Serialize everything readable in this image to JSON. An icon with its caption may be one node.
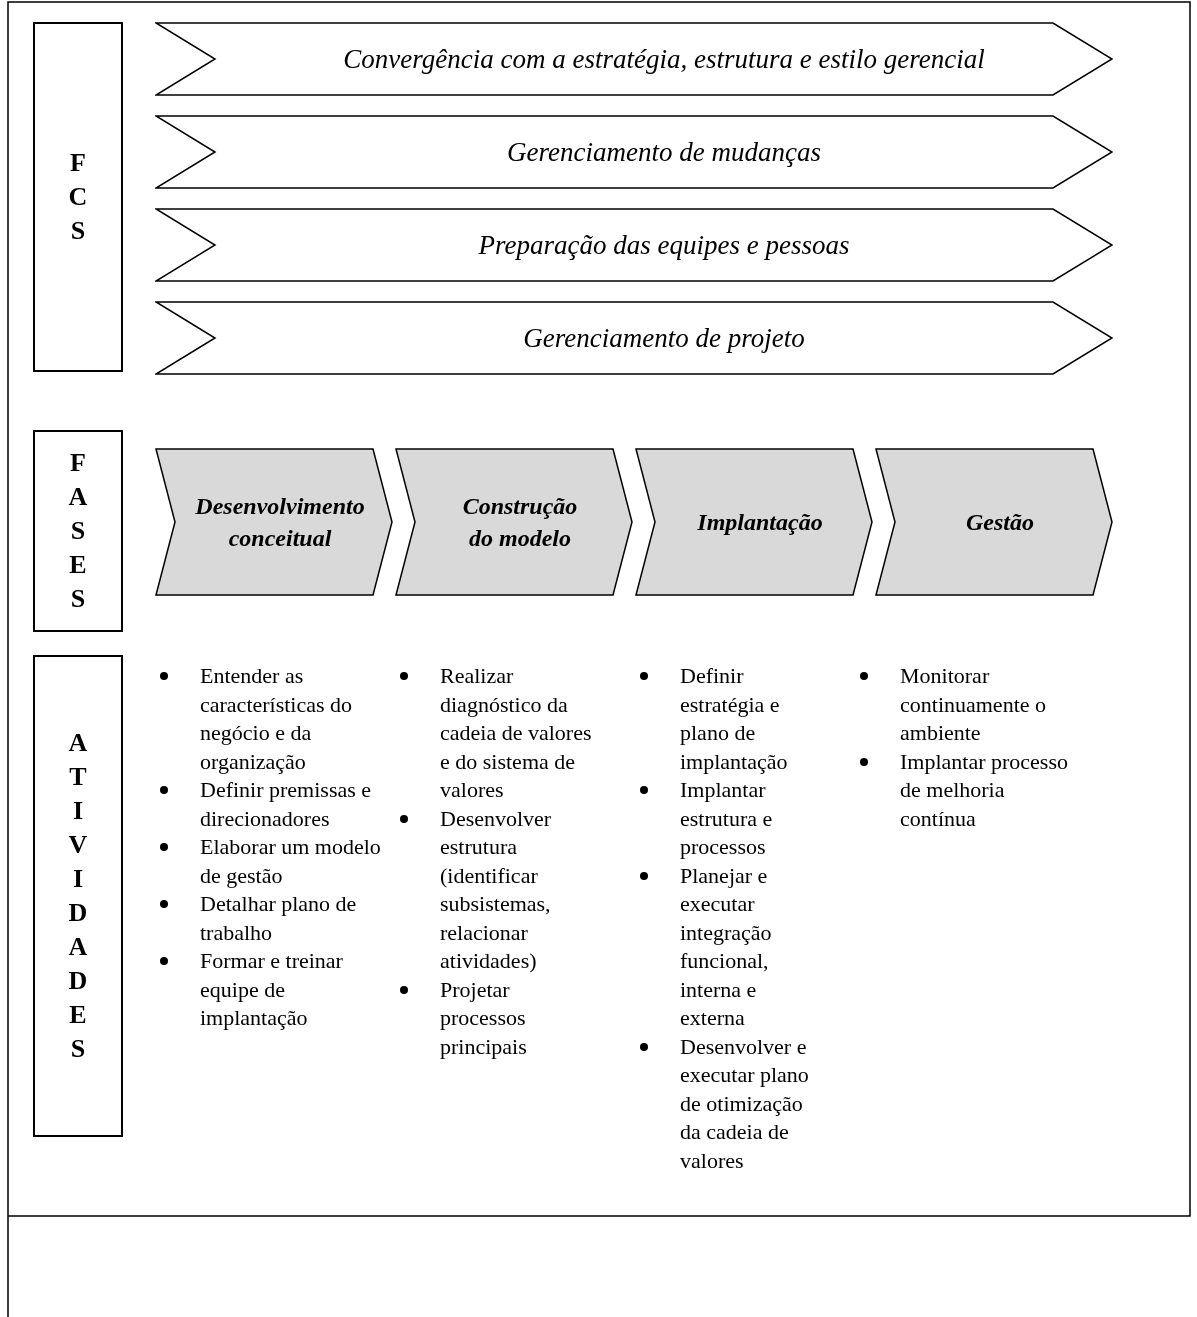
{
  "diagram": {
    "nodes": [
      {
        "text": [
          "F C S"
        ]
      },
      {
        "text": [
          "Convergência com a estratégia, estrutura e estilo gerencial"
        ]
      },
      {
        "text": [
          "Gerenciamento de mudanças"
        ]
      },
      {
        "text": [
          "Preparação das equipes e pessoas"
        ]
      },
      {
        "text": [
          "Gerenciamento de projeto"
        ]
      },
      {
        "text": [
          "F A S E S"
        ]
      },
      {
        "text": [
          "Desenvolvimento conceitual"
        ]
      },
      {
        "text": [
          "Construção do modelo"
        ]
      },
      {
        "text": [
          "Implantação"
        ]
      },
      {
        "text": [
          "Gestão"
        ]
      },
      {
        "text": [
          "A T I V I D A D E S"
        ]
      }
    ],
    "labels": [
      "Entender as características do negócio e da organização",
      "Definir premissas e direcionadores",
      "Elaborar um modelo de gestão",
      "Detalhar plano de trabalho",
      "Formar e treinar equipe de implantação",
      "Realizar diagnóstico da cadeia de valores e do sistema de valores",
      "Desenvolver estrutura (identificar subsistemas, relacionar atividades)",
      "Projetar processos principais",
      "Definir estratégia e plano de implantação",
      "Implantar estrutura e processos",
      "Planejar e executar integração funcional, interna e externa",
      "Desenvolver e executar plano de otimização da cadeia de valores",
      "Monitorar continuamente o ambiente",
      "Implantar processo de melhoria contínua"
    ]
  }
}
